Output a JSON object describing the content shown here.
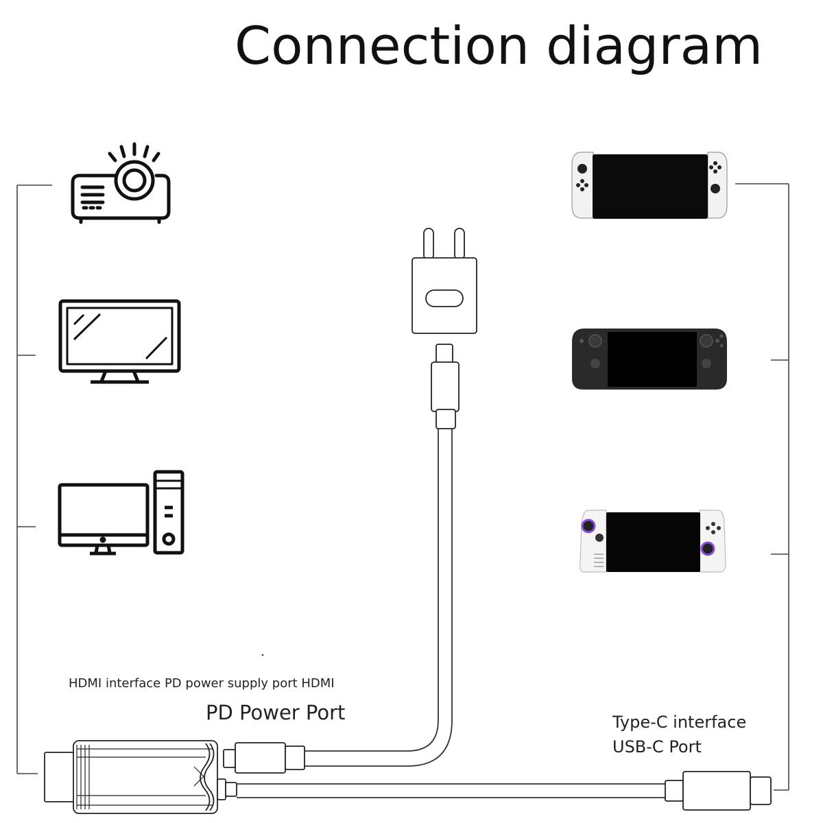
{
  "title": "Connection diagram",
  "labels": {
    "hdmi_note": "HDMI interface PD power supply port HDMI",
    "pd_port": "PD Power Port",
    "typec_line1": "Type-C interface",
    "typec_line2": "USB-C Port"
  },
  "icons": {
    "left_devices": [
      "projector-icon",
      "monitor-icon",
      "desktop-computer-icon"
    ],
    "right_devices": [
      "handheld-console-switch-icon",
      "handheld-console-steamdeck-icon",
      "handheld-console-rog-icon"
    ],
    "power": [
      "wall-charger-icon",
      "usb-c-plug-icon"
    ],
    "adapter": [
      "hdmi-plug-icon",
      "usb-c-plug-icon"
    ]
  },
  "colors": {
    "line": "#333333",
    "accent_purple": "#8a4fd8"
  }
}
